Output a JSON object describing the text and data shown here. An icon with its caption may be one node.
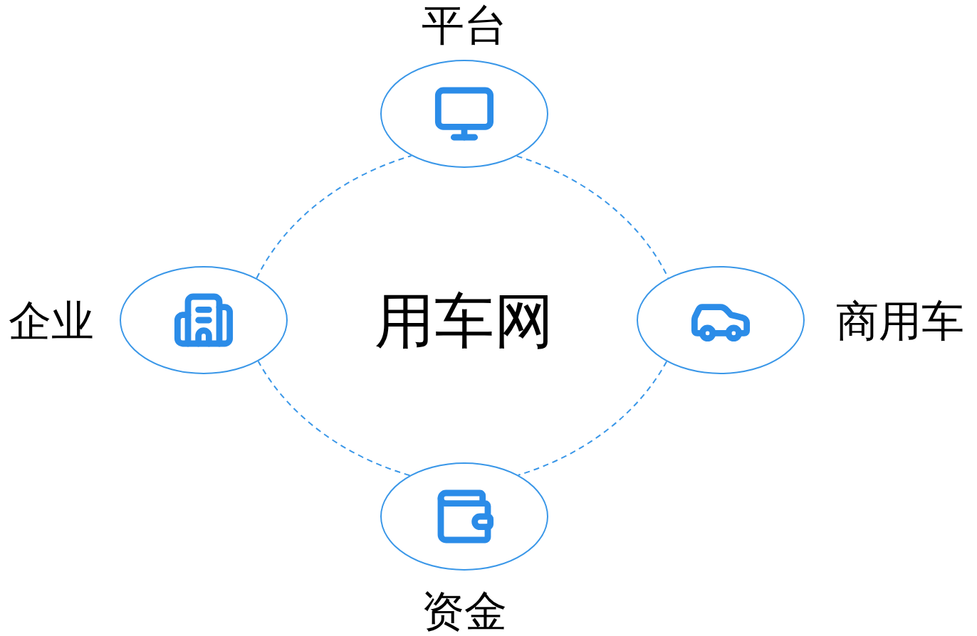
{
  "diagram": {
    "nodes": [
      {
        "text": [],
        "shape": "circle",
        "beside": [
          "平台"
        ]
      },
      {
        "text": [],
        "shape": "circle",
        "beside": [
          "企业"
        ]
      },
      {
        "text": [],
        "shape": "circle",
        "beside": [
          "商用车"
        ]
      },
      {
        "text": [],
        "shape": "circle",
        "beside": [
          "资金"
        ]
      }
    ],
    "edges": [
      {
        "from": 0,
        "to": 2,
        "arrow": "none",
        "style": "dashed"
      },
      {
        "from": 2,
        "to": 3,
        "arrow": "none",
        "style": "dashed"
      },
      {
        "from": 3,
        "to": 1,
        "arrow": "none",
        "style": "dashed"
      },
      {
        "from": 1,
        "to": 0,
        "arrow": "none",
        "style": "dashed"
      }
    ],
    "labels": [
      "用车网"
    ]
  }
}
